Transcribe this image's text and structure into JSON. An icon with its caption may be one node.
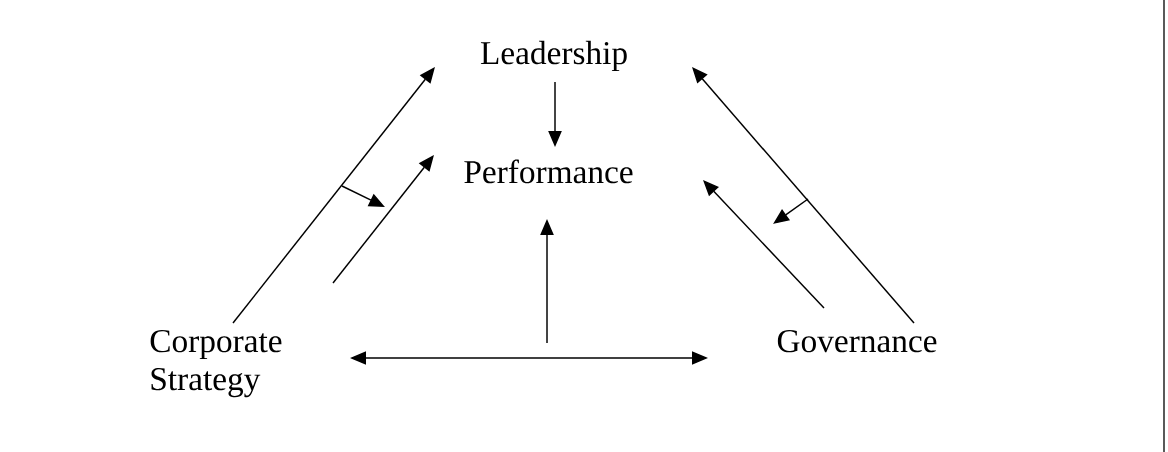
{
  "diagram": {
    "nodes": [
      {
        "text": [
          "Leadership"
        ]
      },
      {
        "text": [
          "Performance"
        ]
      },
      {
        "text": [
          "Corporate Strategy"
        ]
      },
      {
        "text": [
          "Governance"
        ]
      }
    ],
    "edges": [
      {
        "from": 0,
        "to": 1,
        "arrow": "to"
      },
      {
        "from": 2,
        "to": 0,
        "arrow": "to"
      },
      {
        "from": 2,
        "to": 1,
        "arrow": "to"
      },
      {
        "from": 3,
        "to": 0,
        "arrow": "to"
      },
      {
        "from": 3,
        "to": 1,
        "arrow": "to"
      },
      {
        "from": 2,
        "to": 3,
        "arrow": "both"
      },
      {
        "from": null,
        "to": 1,
        "arrow": "to"
      }
    ]
  }
}
